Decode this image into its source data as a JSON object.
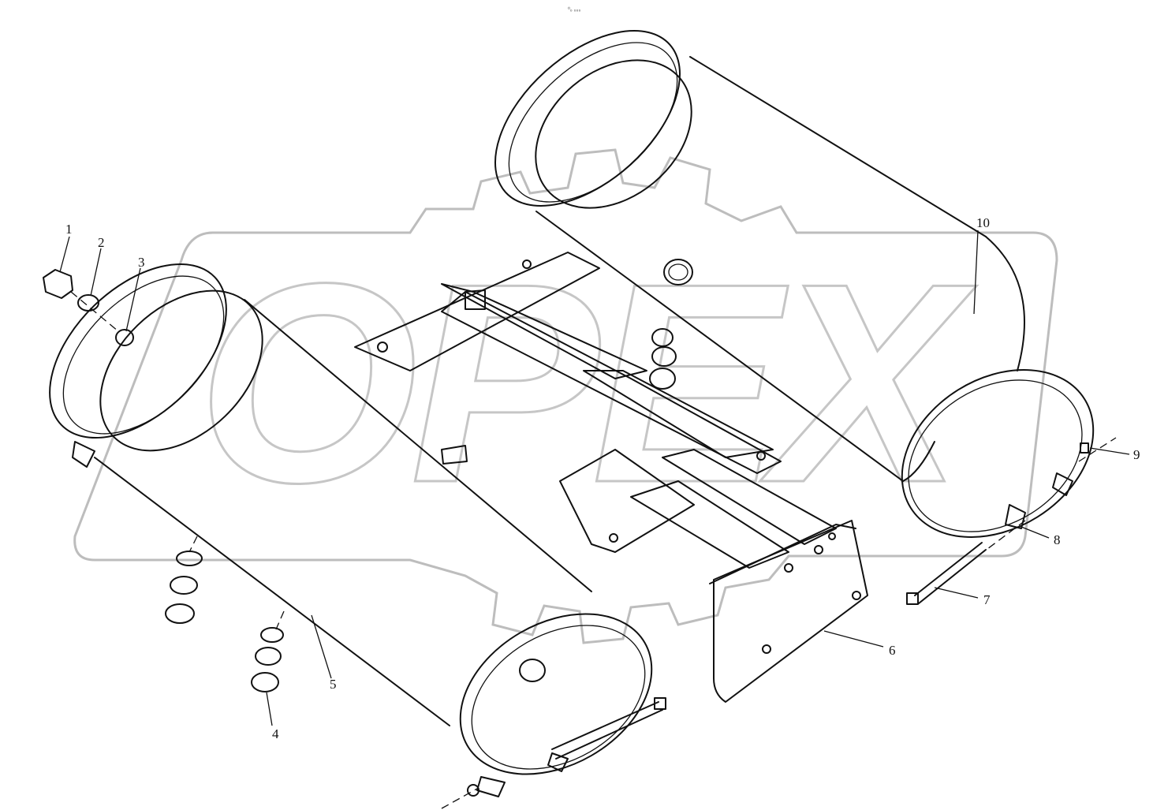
{
  "header": {
    "code": "⁰₀ ₀₀₀"
  },
  "watermark": {
    "text": "OPEX"
  },
  "callouts": [
    {
      "id": "1",
      "label": "1"
    },
    {
      "id": "2",
      "label": "2"
    },
    {
      "id": "3",
      "label": "3"
    },
    {
      "id": "4",
      "label": "4"
    },
    {
      "id": "5",
      "label": "5"
    },
    {
      "id": "6",
      "label": "6"
    },
    {
      "id": "7",
      "label": "7"
    },
    {
      "id": "8",
      "label": "8"
    },
    {
      "id": "9",
      "label": "9"
    },
    {
      "id": "10",
      "label": "10"
    }
  ]
}
